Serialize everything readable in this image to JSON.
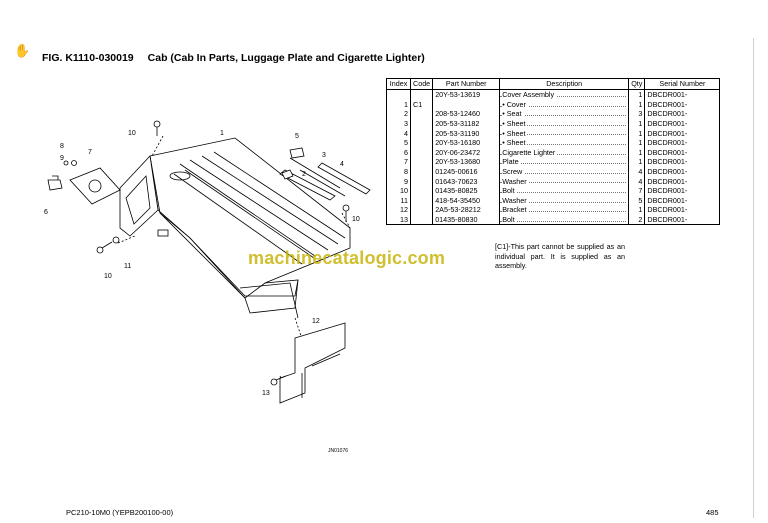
{
  "header": {
    "fig_number": "FIG. K1110-030019",
    "fig_title": "Cab (Cab In Parts, Luggage Plate and Cigarette Lighter)"
  },
  "table": {
    "headers": [
      "Index",
      "Code",
      "Part Number",
      "Description",
      "Qty",
      "Serial Number"
    ],
    "rows": [
      {
        "index": "",
        "code": "",
        "part": "20Y-53-13619",
        "desc": "Cover Assembly",
        "qty": "1",
        "serial": "DBCDR001-"
      },
      {
        "index": "1",
        "code": "C1",
        "part": "",
        "desc": "• Cover",
        "qty": "1",
        "serial": "DBCDR001-"
      },
      {
        "index": "2",
        "code": "",
        "part": "208-53-12460",
        "desc": "• Seat",
        "qty": "3",
        "serial": "DBCDR001-"
      },
      {
        "index": "3",
        "code": "",
        "part": "205-53-31182",
        "desc": "• Sheet",
        "qty": "1",
        "serial": "DBCDR001-"
      },
      {
        "index": "4",
        "code": "",
        "part": "205-53-31190",
        "desc": "• Sheet",
        "qty": "1",
        "serial": "DBCDR001-"
      },
      {
        "index": "5",
        "code": "",
        "part": "20Y-53-16180",
        "desc": "• Sheet",
        "qty": "1",
        "serial": "DBCDR001-"
      },
      {
        "index": "6",
        "code": "",
        "part": "20Y-06-23472",
        "desc": "Cigarette Lighter",
        "qty": "1",
        "serial": "DBCDR001-"
      },
      {
        "index": "7",
        "code": "",
        "part": "20Y-53-13680",
        "desc": "Plate",
        "qty": "1",
        "serial": "DBCDR001-"
      },
      {
        "index": "8",
        "code": "",
        "part": "01245-00616",
        "desc": "Screw",
        "qty": "4",
        "serial": "DBCDR001-"
      },
      {
        "index": "9",
        "code": "",
        "part": "01643-70623",
        "desc": "Washer",
        "qty": "4",
        "serial": "DBCDR001-"
      },
      {
        "index": "10",
        "code": "",
        "part": "01435-80825",
        "desc": "Bolt",
        "qty": "7",
        "serial": "DBCDR001-"
      },
      {
        "index": "11",
        "code": "",
        "part": "418-54-35450",
        "desc": "Washer",
        "qty": "5",
        "serial": "DBCDR001-"
      },
      {
        "index": "12",
        "code": "",
        "part": "2A5-53-28212",
        "desc": "Bracket",
        "qty": "1",
        "serial": "DBCDR001-"
      },
      {
        "index": "13",
        "code": "",
        "part": "01435-80830",
        "desc": "Bolt",
        "qty": "2",
        "serial": "DBCDR001-"
      }
    ]
  },
  "note": "[C1]-This part cannot be supplied as an individual part. It is supplied as an assembly.",
  "watermark": "machinecatalogic.com",
  "diagram": {
    "callouts": [
      "1",
      "2",
      "3",
      "4",
      "5",
      "6",
      "7",
      "8",
      "9",
      "10",
      "11",
      "12",
      "13",
      "10",
      "10"
    ],
    "drawing_code": "JN01076"
  },
  "footer": {
    "model": "PC210-10M0 (YEPB200100-00)",
    "page": "485"
  }
}
